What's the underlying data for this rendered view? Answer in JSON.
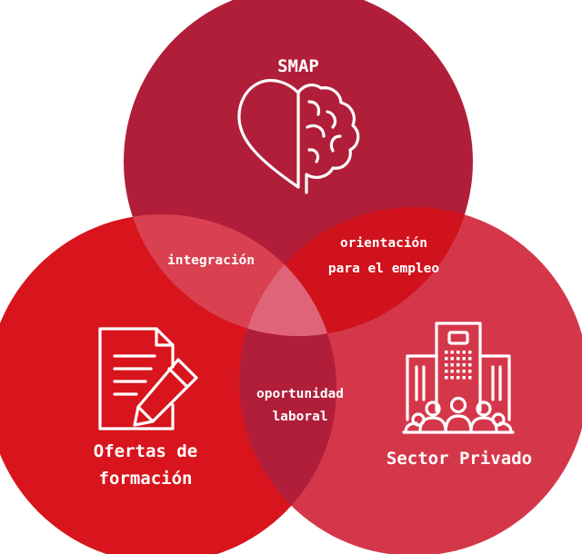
{
  "circles": {
    "top": {
      "label": "SMAP",
      "icon": "heart-brain-icon",
      "color": "#B01E3A"
    },
    "left": {
      "label_lines": [
        "Ofertas de",
        "formación"
      ],
      "icon": "document-pen-icon",
      "color": "#D8141C"
    },
    "right": {
      "label": "Sector Privado",
      "icon": "office-building-people-icon",
      "color": "#D5374A"
    }
  },
  "intersections": {
    "top_left": {
      "label": "integración",
      "color": "#D94050"
    },
    "top_right": {
      "label_lines": [
        "orientación",
        "para el empleo"
      ],
      "color": "#D0121C"
    },
    "left_right": {
      "label_lines": [
        "oportunidad",
        "laboral"
      ],
      "color": "#B01E3A"
    },
    "center": {
      "color": "#E06478"
    }
  }
}
